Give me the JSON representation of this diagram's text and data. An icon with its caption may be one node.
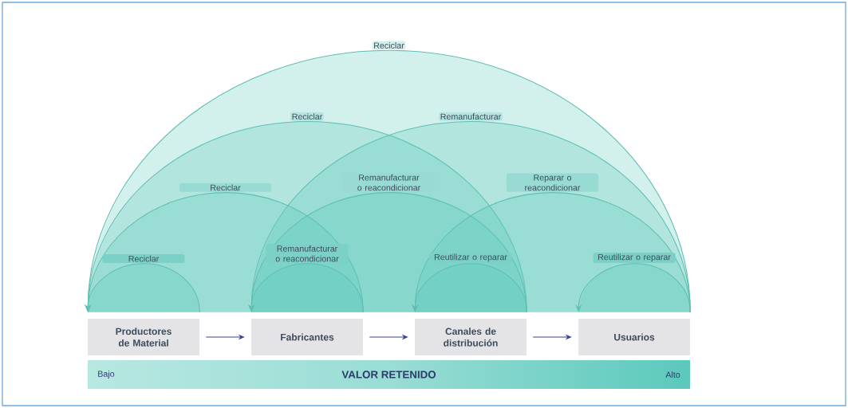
{
  "diagram": {
    "nodes": [
      {
        "text": [
          "Productores de Material"
        ]
      },
      {
        "text": [
          "Fabricantes"
        ]
      },
      {
        "text": [
          "Canales de distribución"
        ]
      },
      {
        "text": [
          "Usuarios"
        ]
      },
      {
        "text": [
          "Bajo",
          "VALOR RETENIDO",
          "Alto"
        ]
      }
    ],
    "edges": [
      {
        "from": 0,
        "to": 1,
        "arrow": "to",
        "color": "#3b3f8f"
      },
      {
        "from": 1,
        "to": 2,
        "arrow": "to",
        "color": "#3b3f8f"
      },
      {
        "from": 2,
        "to": 3,
        "arrow": "to",
        "color": "#3b3f8f"
      },
      {
        "from": 3,
        "to": 0,
        "arrow": "to",
        "label": "Reciclar"
      },
      {
        "from": 2,
        "to": 0,
        "arrow": "to",
        "label": "Reciclar"
      },
      {
        "from": 3,
        "to": 1,
        "arrow": "to",
        "label": "Remanufacturar"
      },
      {
        "from": 1,
        "to": 0,
        "arrow": "to",
        "label": "Reciclar"
      },
      {
        "from": 2,
        "to": 1,
        "arrow": "to",
        "label": "Remanufacturar o reacondicionar"
      },
      {
        "from": 3,
        "to": 2,
        "arrow": "to",
        "label": "Reparar o reacondicionar"
      },
      {
        "from": 0,
        "to": 0,
        "arrow": "to",
        "label": "Reciclar"
      },
      {
        "from": 1,
        "to": 1,
        "arrow": "to",
        "label": "Remanufacturar o reacondicionar"
      },
      {
        "from": 2,
        "to": 2,
        "arrow": "to",
        "label": "Reutilizar o reparar"
      },
      {
        "from": 3,
        "to": 3,
        "arrow": "to",
        "label": "Reutilizar o reparar"
      }
    ]
  }
}
